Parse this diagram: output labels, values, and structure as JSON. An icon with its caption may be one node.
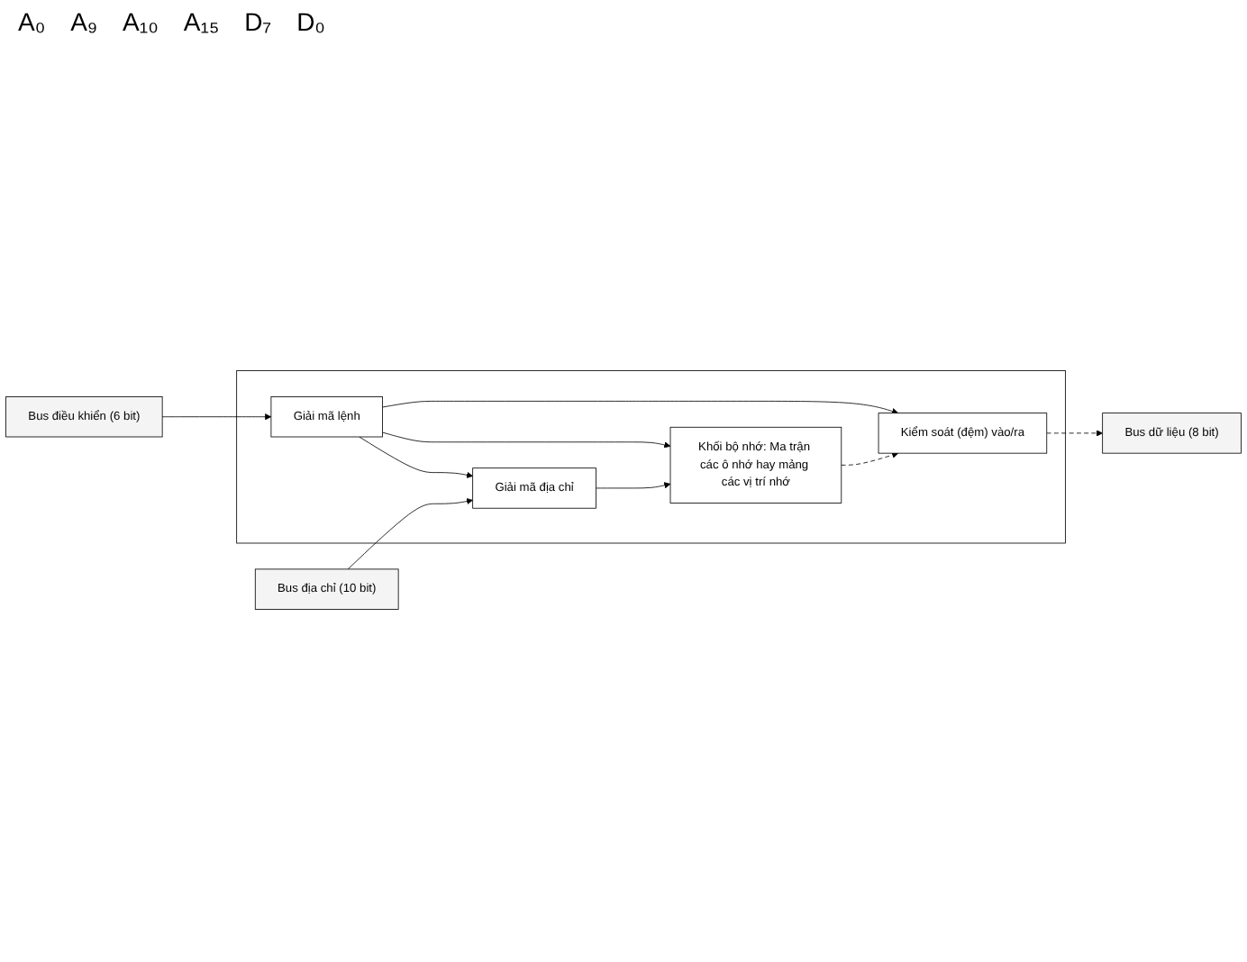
{
  "diagram": {
    "nodes": [
      {
        "text": [],
        "shape": "box"
      },
      {
        "text": [
          "Giải mã địa chỉ"
        ],
        "in": 0
      },
      {
        "text": [
          "Khối bộ nhớ: Ma trận các ô nhớ hay mảng các vị trí nhớ"
        ],
        "in": 0
      },
      {
        "text": [
          "Giải mã lệnh"
        ],
        "in": 0
      },
      {
        "text": [
          "Kiểm soát (đệm) vào/ra"
        ],
        "in": 0
      },
      {
        "text": [
          "Bus địa chỉ (10 bit)"
        ]
      },
      {
        "text": [
          "Bus điều khiển (6 bit)"
        ]
      },
      {
        "text": [
          "Bus dữ liệu (8 bit)"
        ]
      }
    ],
    "edges": [
      {
        "from": 5,
        "to": 1,
        "arrow": "to"
      },
      {
        "from": 6,
        "to": 3,
        "arrow": "to"
      },
      {
        "from": 3,
        "to": 1,
        "arrow": "to"
      },
      {
        "from": 1,
        "to": 2,
        "arrow": "to"
      },
      {
        "from": 3,
        "to": 2,
        "arrow": "to"
      },
      {
        "from": 3,
        "to": 4,
        "arrow": "to"
      },
      {
        "from": 2,
        "to": 4,
        "arrow": "to",
        "style": "dashed"
      },
      {
        "from": 4,
        "to": 7,
        "arrow": "to",
        "style": "dashed"
      }
    ],
    "labels": [
      "A₀",
      "A₉",
      "A₁₀",
      "A₁₅",
      "D₇",
      "D₀"
    ]
  }
}
